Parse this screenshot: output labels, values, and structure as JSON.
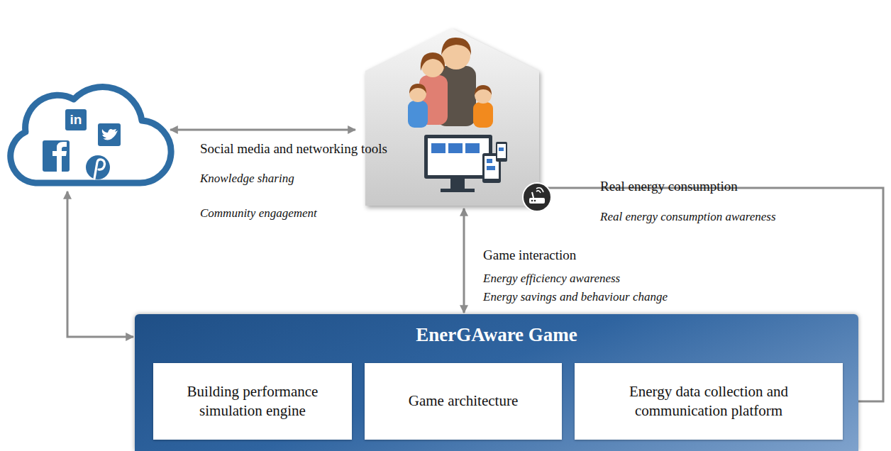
{
  "diagram": {
    "nodes": [
      {
        "text": [
          "in"
        ]
      },
      {
        "text": []
      },
      {
        "text": [
          "EnerGAware Game"
        ]
      },
      {
        "text": [
          "Building performance simulation engine"
        ],
        "in": 2
      },
      {
        "text": [
          "Game architecture"
        ],
        "in": 2
      },
      {
        "text": [
          "Energy data collection and communication platform"
        ],
        "in": 2
      }
    ],
    "edges": [
      {
        "from": 0,
        "to": 1,
        "arrow": "both",
        "label": "Social media and networking tools"
      },
      {
        "from": 1,
        "to": 2,
        "arrow": "both",
        "label": "Game interaction"
      },
      {
        "from": 1,
        "to": 5,
        "arrow": "to",
        "label": "Real energy consumption"
      },
      {
        "from": 0,
        "to": 2,
        "arrow": "both"
      }
    ],
    "labels": [
      "Knowledge sharing",
      "Community engagement",
      "Energy efficiency awareness",
      "Energy savings and behaviour change",
      "Real energy consumption awareness"
    ]
  }
}
